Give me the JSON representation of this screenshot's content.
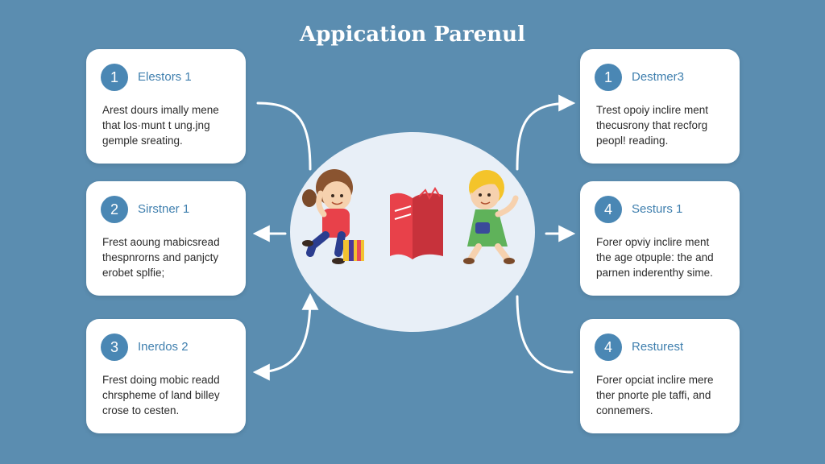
{
  "title": "Appication Parenul",
  "cards": [
    {
      "number": "1",
      "heading": "Elestors 1",
      "lines": [
        "Arest dours imally mene",
        "that los·munt t ung.jng",
        "gemple sreating."
      ]
    },
    {
      "number": "2",
      "heading": "Sirstner 1",
      "lines": [
        "Frest aoung mabicsread",
        "thespnrorns and panjcty",
        "erobet splfie;"
      ]
    },
    {
      "number": "3",
      "heading": "Inerdos 2",
      "lines": [
        "Frest doing mobic readd",
        "chrspheme of land billey",
        "crose to cesten."
      ]
    },
    {
      "number": "1",
      "heading": "Destmer3",
      "lines": [
        "Trest opoiy inclire ment",
        "thecusrony that recforg",
        "peopl! reading."
      ]
    },
    {
      "number": "4",
      "heading": "Sesturs 1",
      "lines": [
        "Forer opviy inclire ment",
        "the age otpuple: the and",
        "parnen inderenthy sime."
      ]
    },
    {
      "number": "4",
      "heading": "Resturest",
      "lines": [
        "Forer opciat inclire mere",
        "ther pnorte ple taffi, and",
        "connemers."
      ]
    }
  ],
  "colors": {
    "background": "#5b8db0",
    "card": "#ffffff",
    "accent": "#4a87b4",
    "connector": "#ffffff",
    "center": "#e8eff7"
  },
  "icons": [
    "girl-with-gift-icon",
    "open-book-icon",
    "boy-waving-icon"
  ]
}
